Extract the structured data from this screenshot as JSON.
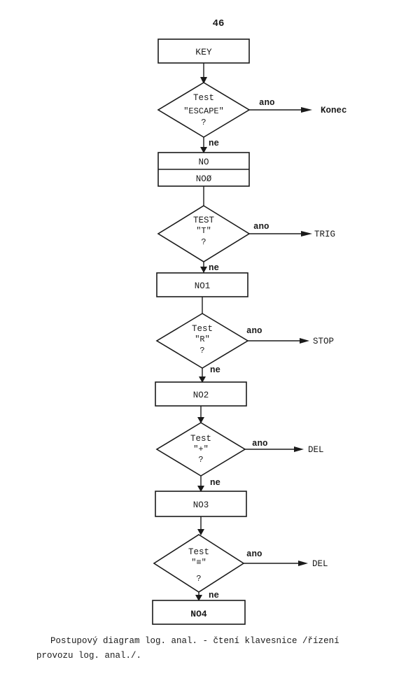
{
  "page_number": "46",
  "flowchart": {
    "start": "KEY",
    "decision_1": {
      "lines": [
        "Test",
        "\"ESCAPE\"",
        "?"
      ],
      "yes_label": "ano",
      "yes_target": "Konec",
      "no_label": "ne"
    },
    "process_no0": {
      "top": "NO",
      "bottom": "NOØ"
    },
    "decision_2": {
      "lines": [
        "TEST",
        "\"T\"",
        "?"
      ],
      "yes_label": "ano",
      "yes_target": "TRIG",
      "no_label": "ne"
    },
    "process_no1": "NO1",
    "decision_3": {
      "lines": [
        "Test",
        "\"R\"",
        "?"
      ],
      "yes_label": "ano",
      "yes_target": "STOP",
      "no_label": "ne"
    },
    "process_no2": "NO2",
    "decision_4": {
      "lines": [
        "Test",
        "\"+\"",
        "?"
      ],
      "yes_label": "ano",
      "yes_target": "DEL",
      "no_label": "ne"
    },
    "process_no3": "NO3",
    "decision_5": {
      "lines": [
        "Test",
        "\"≡\"",
        "?"
      ],
      "yes_label": "ano",
      "yes_target": "DEL",
      "no_label": "ne"
    },
    "process_no4": "NO4"
  },
  "caption": {
    "line1": "Postupový diagram log. anal. - čtení klavesnice /řízení",
    "line2": "provozu log. anal./."
  }
}
